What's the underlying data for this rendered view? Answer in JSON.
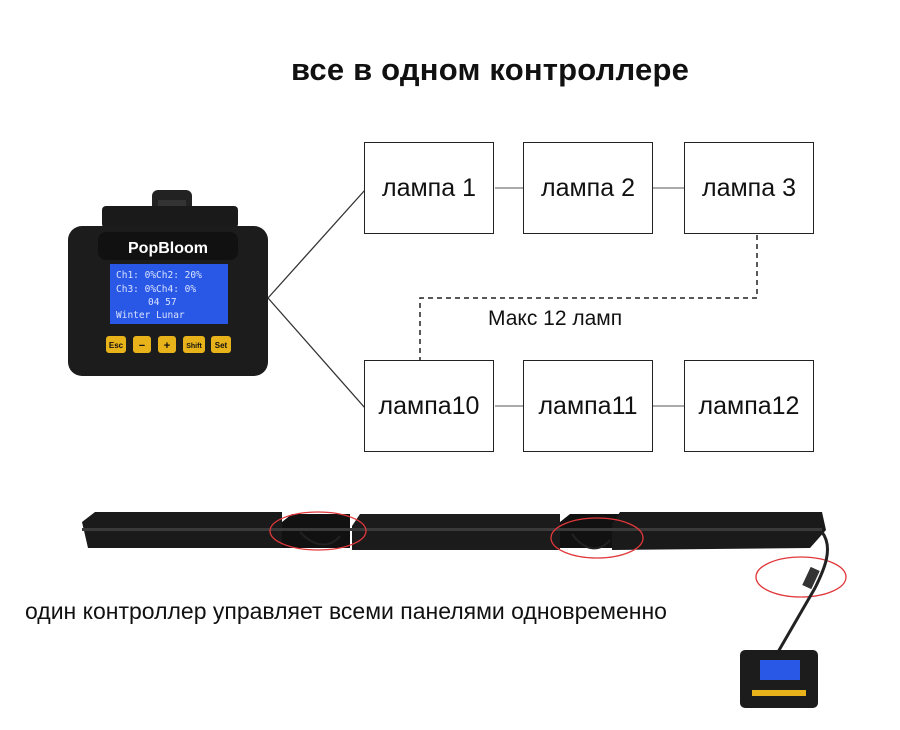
{
  "title": "все в одном контроллере",
  "lamps": [
    {
      "label": "лампа 1"
    },
    {
      "label": "лампа 2"
    },
    {
      "label": "лампа 3"
    },
    {
      "label": "лампа10"
    },
    {
      "label": "лампа11"
    },
    {
      "label": "лампа12"
    }
  ],
  "max_label": "Макс 12 ламп",
  "caption": "один контроллер управляет всеми панелями одновременно",
  "controller": {
    "brand": "PopBloom",
    "screen_lines": [
      "Ch1:  0%Ch2: 20%",
      "Ch3:  0%Ch4:  0%",
      "04 57",
      "Winter      Lunar"
    ],
    "buttons": [
      "Esc",
      "−",
      "+",
      "Shift",
      "Set"
    ]
  },
  "colors": {
    "screen": "#2a58e6",
    "highlight_circle": "#e0383b",
    "device": "#1c1c1c",
    "button": "#e8b21a"
  }
}
